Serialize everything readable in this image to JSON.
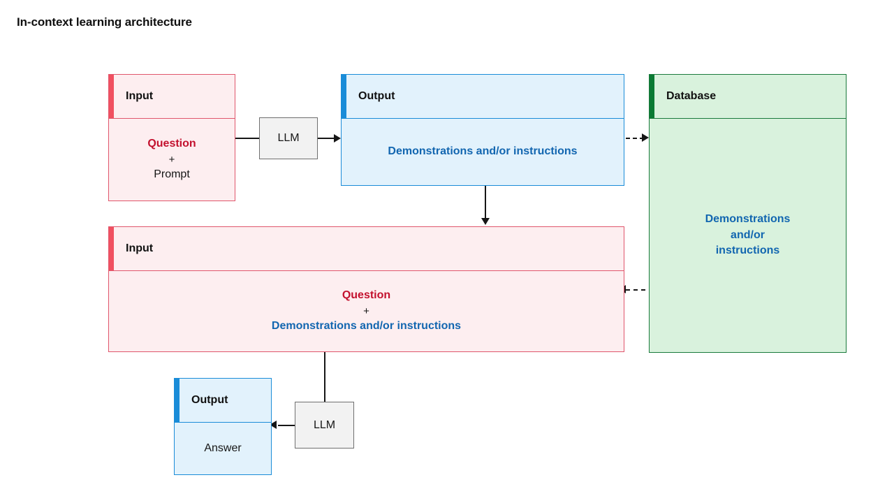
{
  "page": {
    "title": "In-context learning architecture",
    "background": "#ffffff"
  },
  "colors": {
    "red_accent": "#f05060",
    "red_border": "#e0566c",
    "red_fill": "#fdeef0",
    "red_text": "#c3112e",
    "blue_accent": "#1a8cd8",
    "blue_border": "#1a8cd8",
    "blue_fill": "#e2f2fc",
    "blue_text": "#1266b0",
    "green_accent": "#0a7a33",
    "green_border": "#1a7a3c",
    "green_fill": "#d9f2dd",
    "gray_fill": "#f2f2f2",
    "gray_border": "#6f6f6f",
    "line": "#161616"
  },
  "nodes": {
    "input_top": {
      "header": "Input",
      "lines": [
        "Question",
        "+",
        "Prompt"
      ]
    },
    "output_top": {
      "header": "Output",
      "lines": [
        "Demonstrations and/or instructions"
      ]
    },
    "database": {
      "header": "Database",
      "lines": [
        "Demonstrations",
        "and/or",
        "instructions"
      ]
    },
    "input_bottom": {
      "header": "Input",
      "lines": [
        "Question",
        "+",
        "Demonstrations and/or instructions"
      ]
    },
    "output_bottom": {
      "header": "Output",
      "lines": [
        "Answer"
      ]
    },
    "llm_top": {
      "label": "LLM"
    },
    "llm_bottom": {
      "label": "LLM"
    }
  },
  "connections": [
    {
      "name": "input-top-to-llm-top",
      "style": "solid",
      "arrow": "none"
    },
    {
      "name": "llm-top-to-output-top",
      "style": "solid",
      "arrow": "right"
    },
    {
      "name": "output-top-to-database",
      "style": "dashed",
      "arrow": "right"
    },
    {
      "name": "output-top-to-input-bottom",
      "style": "solid",
      "arrow": "down"
    },
    {
      "name": "database-to-input-bottom",
      "style": "dashed",
      "arrow": "left"
    },
    {
      "name": "input-bottom-to-llm-bottom",
      "style": "solid",
      "arrow": "none"
    },
    {
      "name": "llm-bottom-to-output-bottom",
      "style": "solid",
      "arrow": "left"
    }
  ]
}
